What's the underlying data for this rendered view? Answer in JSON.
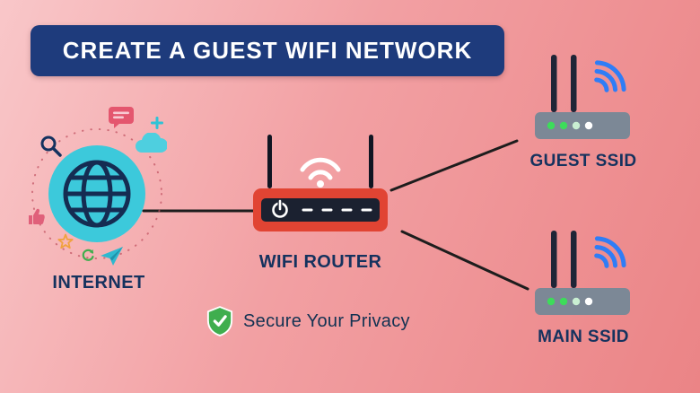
{
  "title": {
    "text": "CREATE A GUEST WIFI NETWORK"
  },
  "nodes": {
    "internet": {
      "label": "INTERNET",
      "icon": "globe-icon"
    },
    "router": {
      "label": "WIFI ROUTER",
      "icon": "router-icon"
    },
    "guest_ssid": {
      "label": "GUEST SSID",
      "icon": "access-point-icon"
    },
    "main_ssid": {
      "label": "MAIN SSID",
      "icon": "access-point-icon"
    }
  },
  "connections": [
    {
      "from": "internet",
      "to": "router"
    },
    {
      "from": "router",
      "to": "guest_ssid"
    },
    {
      "from": "router",
      "to": "main_ssid"
    }
  ],
  "footer": {
    "label": "Secure Your Privacy",
    "icon": "shield-check-icon"
  },
  "decorations": [
    "dashed-orbit",
    "chat-bubble-icon",
    "plus-icon",
    "cloud-icon",
    "magnifier-icon",
    "thumbs-up-icon",
    "star-icon",
    "recycle-icon",
    "paper-plane-icon"
  ],
  "colors": {
    "bg_from": "#f9c7c9",
    "bg_mid": "#f2a0a3",
    "bg_to": "#eb8486",
    "banner": "#1e3b7c",
    "label_text": "#15325e",
    "privacy_text": "#123252",
    "teal": "#3cc9db",
    "globe_line": "#152c52",
    "router_red": "#e14433",
    "router_face": "#1b2130",
    "device_gray": "#7c8896",
    "wifi_blue": "#2f7df6",
    "dot_green": "#3ddc5a",
    "shield_green": "#3fae4e",
    "line": "#1d1d1d"
  }
}
